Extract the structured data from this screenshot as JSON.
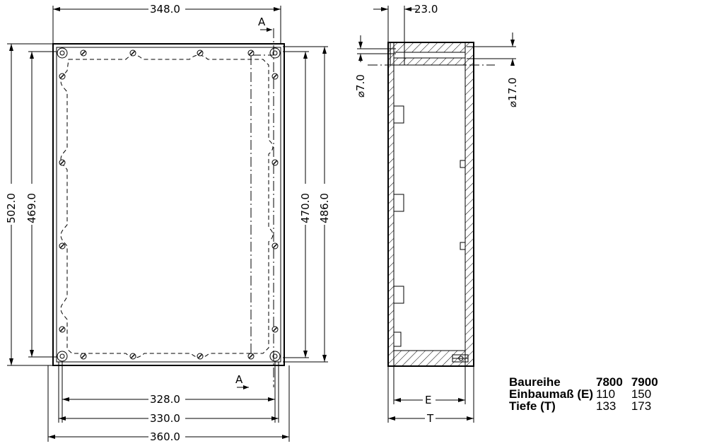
{
  "front_view": {
    "dimensions": {
      "top_width": "348.0",
      "height_outer": "502.0",
      "height_inner": "469.0",
      "height_right_inner": "470.0",
      "height_right_outer": "486.0",
      "bottom_inner": "328.0",
      "bottom_mid": "330.0",
      "bottom_outer": "360.0"
    },
    "section_marker_top": "A",
    "section_marker_bottom": "A"
  },
  "side_view": {
    "dimensions": {
      "lip_depth": "23.0",
      "hole_small": "⌀7.0",
      "hole_large": "⌀17.0",
      "depth_e": "E",
      "depth_t": "T"
    }
  },
  "spec_table": {
    "header": {
      "label": "Baureihe",
      "col1": "7800",
      "col2": "7900"
    },
    "rows": [
      {
        "label": "Einbaumaß (E)",
        "col1": "110",
        "col2": "150"
      },
      {
        "label": "Tiefe (T)",
        "col1": "133",
        "col2": "173"
      }
    ]
  }
}
